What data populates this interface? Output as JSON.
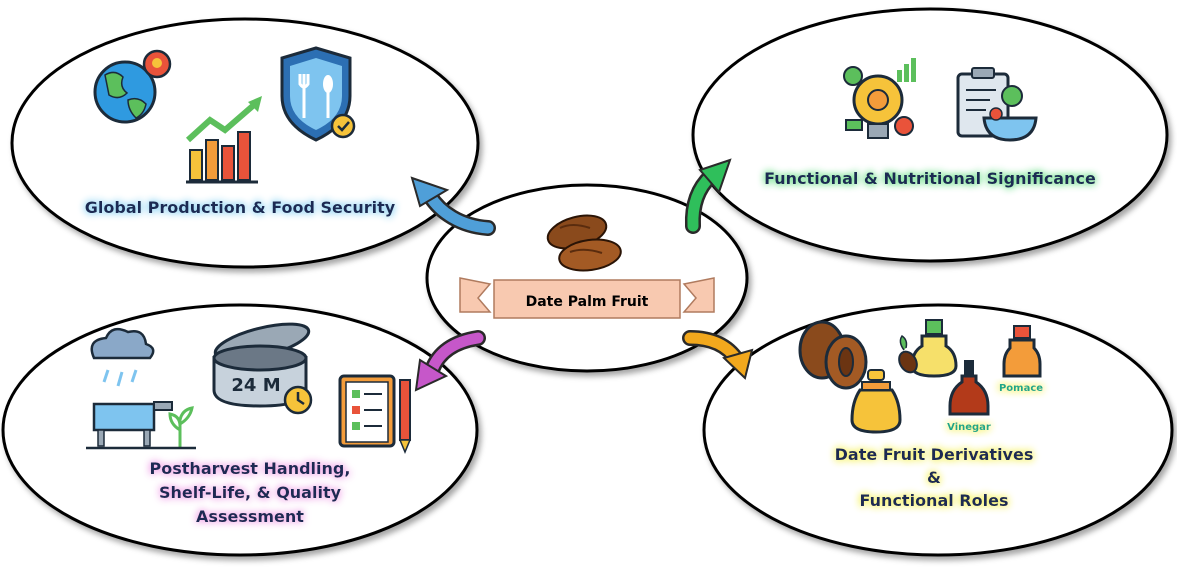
{
  "center": {
    "label": "Date Palm Fruit"
  },
  "nodes": {
    "global": {
      "title": "Global Production & Food Security",
      "icons": [
        "globe-location-icon",
        "rising-bar-chart-icon",
        "shield-cutlery-icon"
      ]
    },
    "functional": {
      "title": "Functional & Nutritional Significance",
      "icons": [
        "lightbulb-gear-icon",
        "clipboard-food-bowl-icon"
      ]
    },
    "postharvest": {
      "title_lines": [
        "Postharvest Handling,",
        "Shelf-Life, & Quality",
        "Assessment"
      ],
      "icons": [
        "rain-irrigation-icon",
        "can-shelf-life-icon",
        "quality-checklist-icon"
      ],
      "can_label": "24 M"
    },
    "derivatives": {
      "title_lines": [
        "Date Fruit Derivatives",
        "&",
        "Functional Roles"
      ],
      "icons": [
        "date-fruit-icon",
        "honey-syrup-jar-icon",
        "oil-bottle-icon",
        "vinegar-bottle-icon",
        "pomace-bottle-icon"
      ],
      "vinegar_label": "Vinegar",
      "pomace_label": "Pomace"
    }
  },
  "colors": {
    "arrow_global": "#4f9fd8",
    "arrow_functional": "#2fbf5b",
    "arrow_postharvest": "#c657c9",
    "arrow_derivatives": "#f2a81d",
    "glow_global": "#8fd4f5",
    "glow_functional": "#6ee08a",
    "glow_postharvest": "#f0a3e8",
    "glow_derivatives": "#f6f25a",
    "ribbon": "#f8c9b0"
  }
}
